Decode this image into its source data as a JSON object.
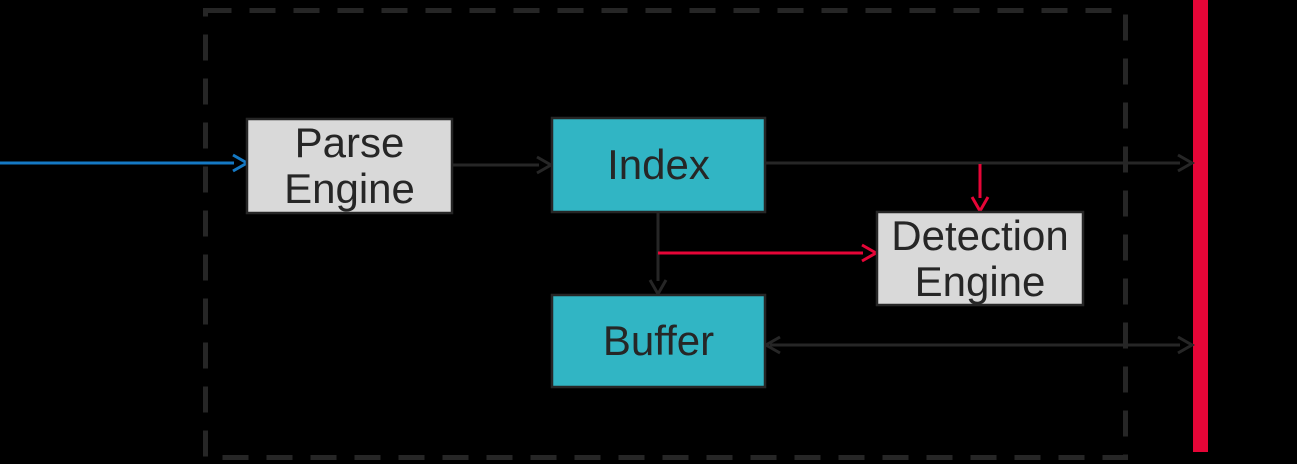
{
  "diagram": {
    "colors": {
      "background": "#000000",
      "outline": "#262626",
      "node_gray": "#d9d9d9",
      "node_teal": "#31b5c4",
      "accent_red": "#e60537",
      "accent_blue": "#1579c4",
      "label_text": "#262626"
    },
    "nodes": {
      "parse_engine": {
        "line1": "Parse",
        "line2": "Engine",
        "fill": "#d9d9d9"
      },
      "index": {
        "label": "Index",
        "fill": "#31b5c4"
      },
      "buffer": {
        "label": "Buffer",
        "fill": "#31b5c4"
      },
      "detection_engine": {
        "line1": "Detection",
        "line2": "Engine",
        "fill": "#d9d9d9"
      }
    },
    "edges": [
      {
        "from": "external-input",
        "to": "parse-engine",
        "color": "blue",
        "arrow": "single"
      },
      {
        "from": "parse-engine",
        "to": "index",
        "color": "dark",
        "arrow": "single"
      },
      {
        "from": "index",
        "to": "output-bar",
        "color": "dark",
        "arrow": "single"
      },
      {
        "from": "index-output-line",
        "to": "detection-engine-top",
        "color": "red",
        "arrow": "single"
      },
      {
        "from": "index",
        "to": "buffer",
        "color": "dark",
        "arrow": "single"
      },
      {
        "from": "index-buffer-line",
        "to": "detection-engine-left",
        "color": "red",
        "arrow": "single"
      },
      {
        "from": "buffer",
        "to": "output-bar",
        "color": "dark",
        "arrow": "double"
      }
    ]
  }
}
